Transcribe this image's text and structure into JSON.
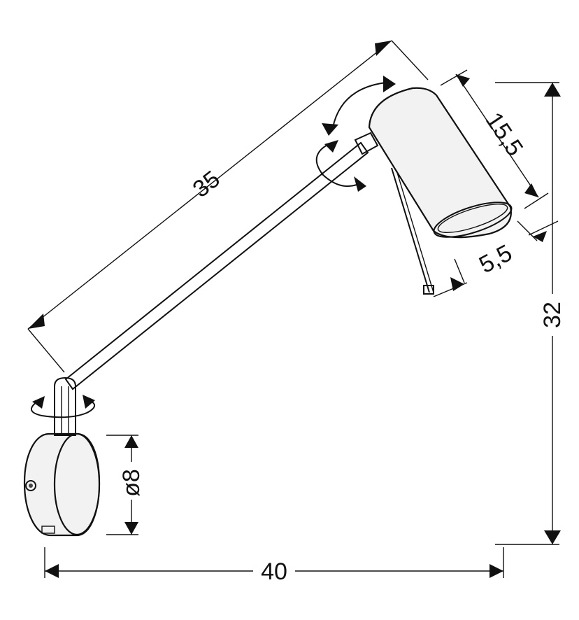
{
  "dimensions": {
    "arm_length": "35",
    "shade_length": "15,5",
    "shade_diameter": "5,5",
    "total_height": "32",
    "base_diameter": "ø8",
    "total_width": "40"
  }
}
